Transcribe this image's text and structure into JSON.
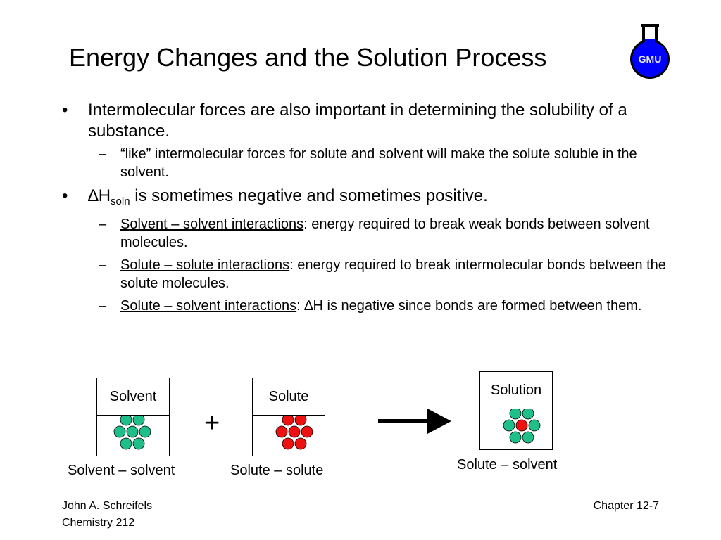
{
  "slide": {
    "title": "Energy Changes and the Solution Process",
    "logo_text": "GMU",
    "bullets": [
      {
        "text": "Intermolecular forces are also important in determining the solubility of a substance.",
        "subs": [
          {
            "text": "“like” intermolecular forces for solute and solvent will make the solute soluble in the solvent."
          }
        ]
      },
      {
        "delta": "∆",
        "symbol": "H",
        "subscript": "soln",
        "text": " is sometimes negative and sometimes positive.",
        "subs": [
          {
            "term": "Solvent – solvent interactions",
            "text": ": energy required to break weak bonds between solvent molecules."
          },
          {
            "term": "Solute – solute interactions",
            "text": ": energy required to break intermolecular bonds between the solute molecules."
          },
          {
            "term": "Solute – solvent interactions",
            "text_a": ": ",
            "delta": "∆",
            "text_b": "H is negative since bonds are formed between them."
          }
        ]
      }
    ],
    "bullet_mark": "•",
    "sub_mark": "–"
  },
  "diagram": {
    "solvent_box_label": "Solvent",
    "solute_box_label": "Solute",
    "solution_box_label": "Solution",
    "plus": "+",
    "solvent_caption": "Solvent – solvent",
    "solute_caption": "Solute – solute",
    "solution_caption": "Solute – solvent",
    "colors": {
      "solvent": "#1fbf8a",
      "solute": "#ee1111",
      "logo_fill": "#0000ff",
      "logo_text": "#e6e6e6"
    }
  },
  "footer": {
    "author": "John A. Schreifels",
    "course": "Chemistry 212",
    "chapter": "Chapter 12-7"
  }
}
